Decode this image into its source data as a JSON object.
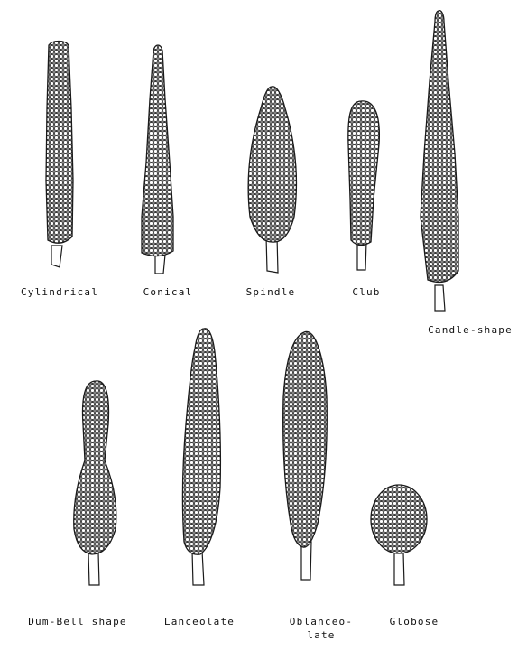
{
  "figure": {
    "stroke_color": "#1a1a1a",
    "fill_color": "#f2f2f2",
    "shapes": [
      {
        "name": "cylindrical",
        "label": "Cylindrical",
        "label2": ""
      },
      {
        "name": "conical",
        "label": "Conical",
        "label2": ""
      },
      {
        "name": "spindle",
        "label": "Spindle",
        "label2": ""
      },
      {
        "name": "club",
        "label": "Club",
        "label2": ""
      },
      {
        "name": "candle-shape",
        "label": "Candle-shape",
        "label2": ""
      },
      {
        "name": "dum-bell-shape",
        "label": "Dum-Bell shape",
        "label2": ""
      },
      {
        "name": "lanceolate",
        "label": "Lanceolate",
        "label2": ""
      },
      {
        "name": "oblanceolate",
        "label": "Oblanceo-",
        "label2": "late"
      },
      {
        "name": "globose",
        "label": "Globose",
        "label2": ""
      }
    ]
  }
}
